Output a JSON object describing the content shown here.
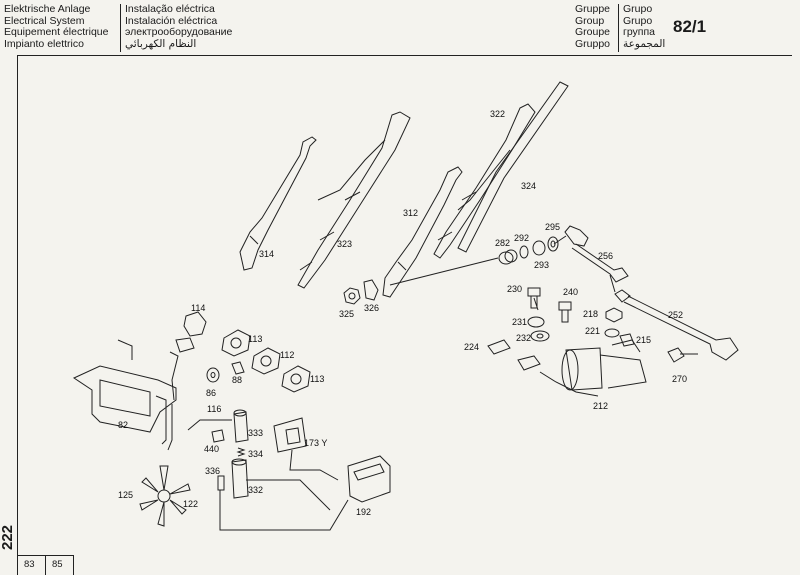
{
  "header": {
    "left_col": [
      "Elektrische Anlage",
      "Electrical System",
      "Equipement électrique",
      "Impianto elettrico"
    ],
    "mid_col": [
      "Instalação eléctrica",
      "Instalación eléctrica",
      "электрооборудование",
      "النظام الكهربائي"
    ],
    "group_labels_a": [
      "Gruppe",
      "Group",
      "Groupe",
      "Gruppo"
    ],
    "group_labels_b": [
      "Grupo",
      "Grupo",
      "группа",
      "المجموعة"
    ],
    "group_number": "82/1"
  },
  "page_number": "222",
  "footer_refs": [
    "83",
    "85"
  ],
  "parts": [
    {
      "num": "314"
    },
    {
      "num": "323"
    },
    {
      "num": "322"
    },
    {
      "num": "324"
    },
    {
      "num": "312"
    },
    {
      "num": "282"
    },
    {
      "num": "292"
    },
    {
      "num": "295"
    },
    {
      "num": "293"
    },
    {
      "num": "256"
    },
    {
      "num": "325"
    },
    {
      "num": "326"
    },
    {
      "num": "230"
    },
    {
      "num": "240"
    },
    {
      "num": "218"
    },
    {
      "num": "252"
    },
    {
      "num": "231"
    },
    {
      "num": "221"
    },
    {
      "num": "232"
    },
    {
      "num": "215"
    },
    {
      "num": "224"
    },
    {
      "num": "270"
    },
    {
      "num": "212"
    },
    {
      "num": "114"
    },
    {
      "num": "113"
    },
    {
      "num": "112"
    },
    {
      "num": "113"
    },
    {
      "num": "86"
    },
    {
      "num": "88"
    },
    {
      "num": "116"
    },
    {
      "num": "82"
    },
    {
      "num": "333"
    },
    {
      "num": "173 Y"
    },
    {
      "num": "440"
    },
    {
      "num": "334"
    },
    {
      "num": "336"
    },
    {
      "num": "332"
    },
    {
      "num": "125"
    },
    {
      "num": "122"
    },
    {
      "num": "192"
    }
  ]
}
